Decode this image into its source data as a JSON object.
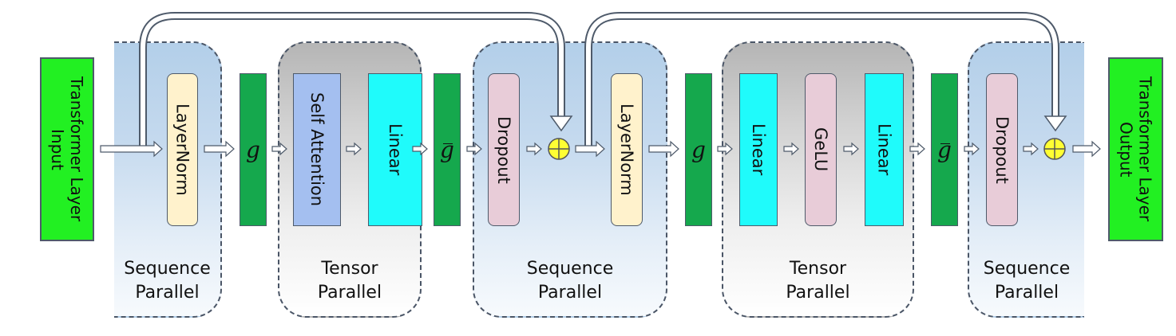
{
  "diagram": {
    "input": {
      "label": "Transformer Layer Input",
      "line1": "Transformer Layer",
      "line2": "Input"
    },
    "output": {
      "label": "Transformer Layer Output",
      "line1": "Transformer Layer",
      "line2": "Output"
    },
    "regions": [
      {
        "type": "sequence",
        "line1": "Sequence",
        "line2": "Parallel"
      },
      {
        "type": "tensor",
        "line1": "Tensor",
        "line2": "Parallel"
      },
      {
        "type": "sequence",
        "line1": "Sequence",
        "line2": "Parallel"
      },
      {
        "type": "tensor",
        "line1": "Tensor",
        "line2": "Parallel"
      },
      {
        "type": "sequence",
        "line1": "Sequence",
        "line2": "Parallel"
      }
    ],
    "blocks": {
      "layernorm1": "LayerNorm",
      "self_attention": "Self Attention",
      "linear1": "Linear",
      "dropout1": "Dropout",
      "layernorm2": "LayerNorm",
      "linear2": "Linear",
      "gelu": "GeLU",
      "linear3": "Linear",
      "dropout2": "Dropout"
    },
    "comm_ops": {
      "g": "g",
      "g_bar": "g"
    },
    "colors": {
      "io": "#22f022",
      "layernorm": "#fff2cc",
      "dropout": "#e8ccd8",
      "gelu": "#e8ccd8",
      "self_attention": "#a4bff0",
      "linear": "#1ffbfb",
      "comm_op": "#15a84d",
      "adder": "#ffff33",
      "sequence_region": "#b3cfe9",
      "tensor_region": "#b5b5b5"
    }
  }
}
